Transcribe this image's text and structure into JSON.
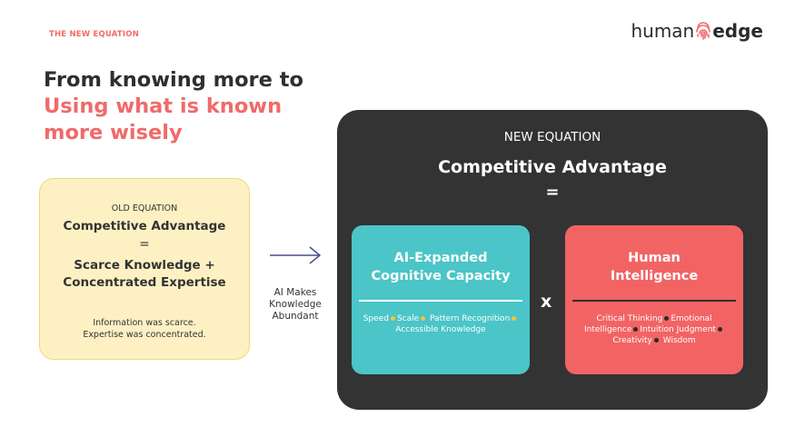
{
  "header": {
    "section_tag": "THE NEW EQUATION",
    "brand_part1": "human",
    "brand_part2": "edge",
    "brand_icon": "fingerprint-icon",
    "brand_color": "#f06a6a"
  },
  "headline": {
    "line1": "From knowing more to",
    "line2": "Using what is known",
    "line3": "more wisely"
  },
  "old_equation": {
    "caption": "OLD EQUATION",
    "title": "Competitive Advantage",
    "equals": "=",
    "rhs_line1": "Scarce Knowledge +",
    "rhs_line2": "Concentrated Expertise",
    "note_line1": "Information was scarce.",
    "note_line2": "Expertise was concentrated."
  },
  "transition": {
    "arrow_icon": "arrow-right-icon",
    "label_line1": "AI Makes",
    "label_line2": "Knowledge",
    "label_line3": "Abundant"
  },
  "new_equation": {
    "caption": "NEW EQUATION",
    "title": "Competitive Advantage",
    "equals": "=",
    "operator": "x",
    "ai_card": {
      "title_line1": "AI-Expanded",
      "title_line2": "Cognitive Capacity",
      "items": [
        "Speed",
        "Scale",
        "Pattern Recognition",
        "Accessible Knowledge"
      ],
      "color": "#4bc5c7"
    },
    "human_card": {
      "title_line1": "Human",
      "title_line2": "Intelligence",
      "items": [
        "Critical Thinking",
        "Emotional Intelligence",
        "Intuition",
        "Judgment",
        "Creativity",
        "Wisdom"
      ],
      "color": "#f26464"
    }
  }
}
